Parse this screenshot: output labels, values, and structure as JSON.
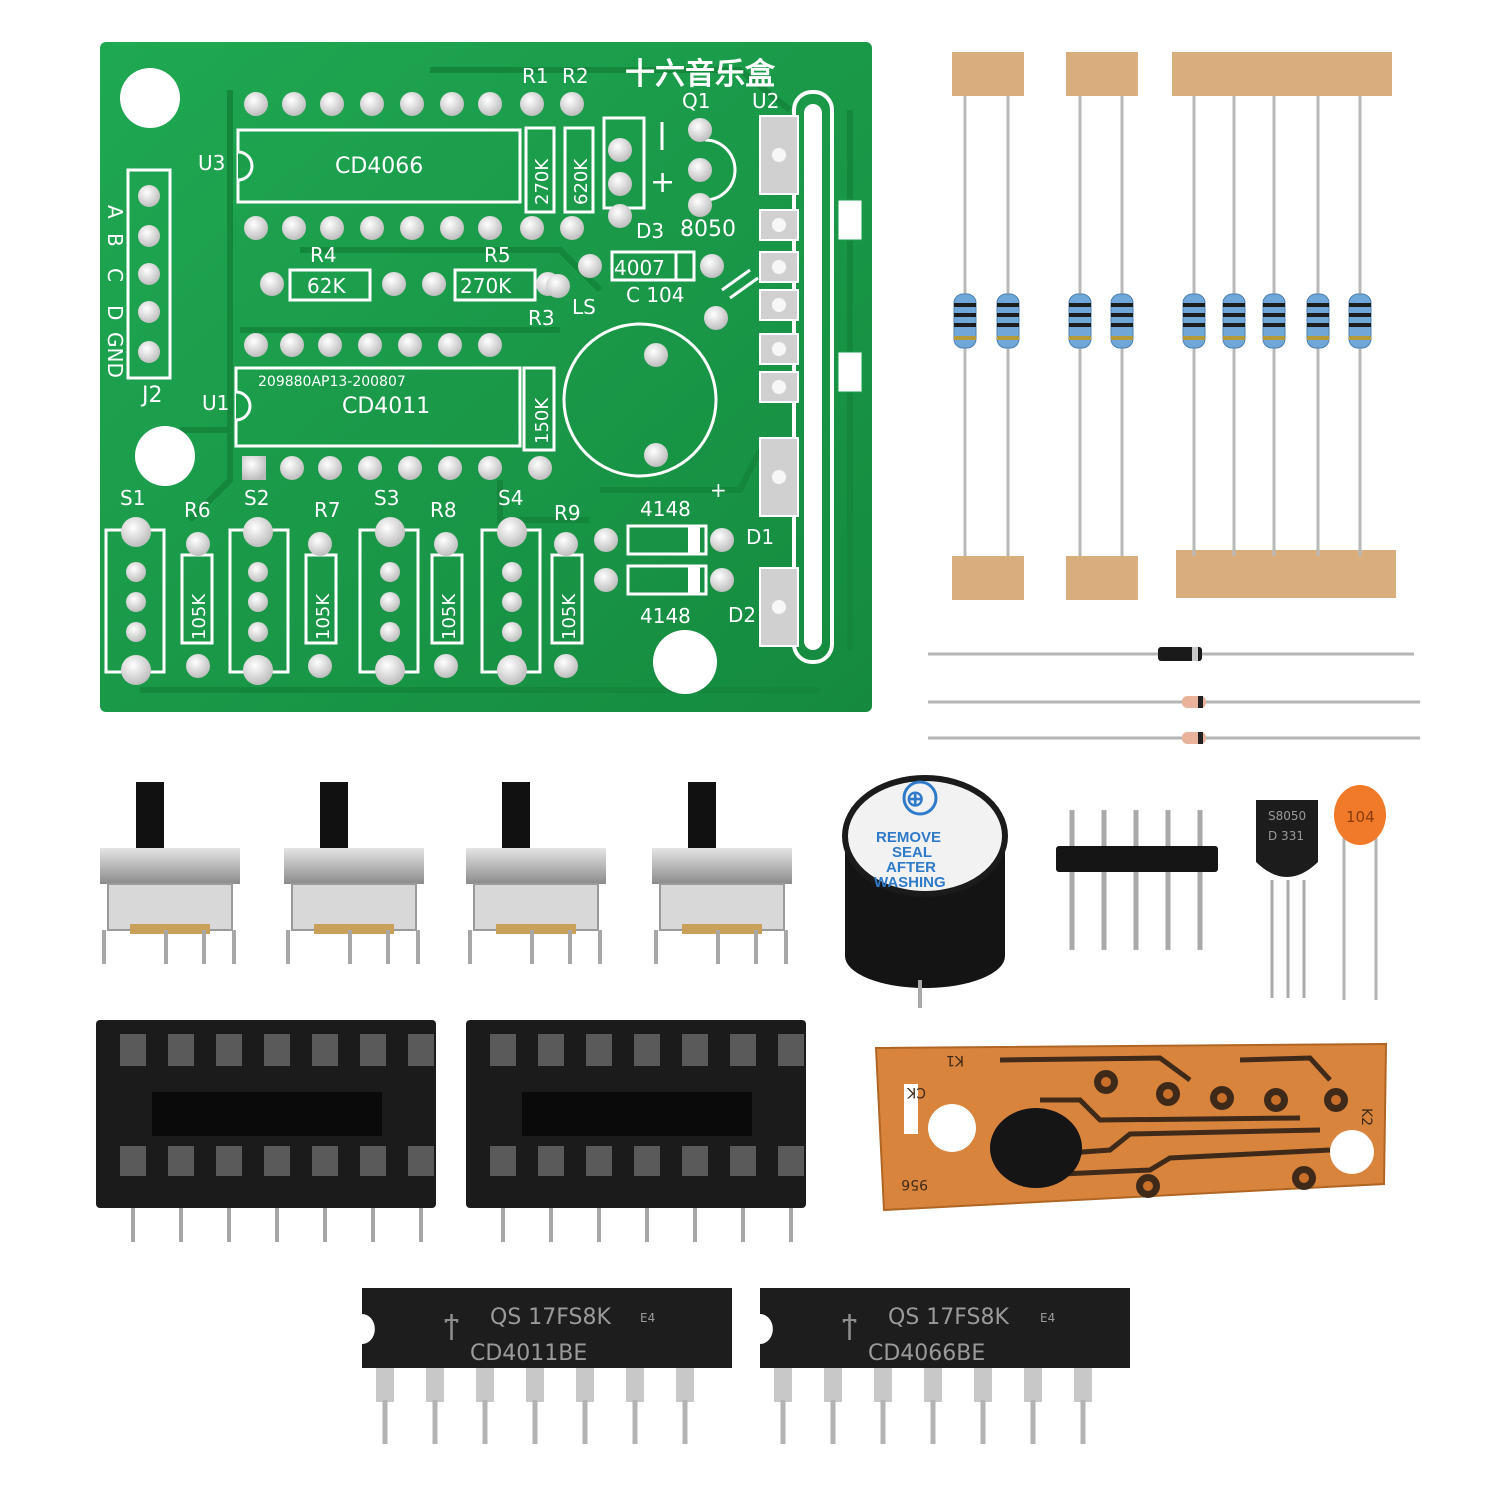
{
  "pcb": {
    "title": "十六音乐盒",
    "header_labels": [
      "A",
      "B",
      "C",
      "D",
      "GND"
    ],
    "labels": {
      "r1": "R1",
      "r2": "R2",
      "q1": "Q1",
      "u2": "U2",
      "u3": "U3",
      "cd4066": "CD4066",
      "r1_value": "270K",
      "r2_value": "620K",
      "d3": "D3",
      "q1_type": "8050",
      "r4": "R4",
      "r5": "R5",
      "r4_value": "62K",
      "r5_value": "270K",
      "d3_type": "4007",
      "cap": "C 104",
      "ls": "LS",
      "r3": "R3",
      "r3_value": "150K",
      "j2": "J2",
      "u1": "U1",
      "lot": "209880AP13-200807",
      "cd4011": "CD4011",
      "s1": "S1",
      "s2": "S2",
      "s3": "S3",
      "s4": "S4",
      "r6": "R6",
      "r7": "R7",
      "r8": "R8",
      "r9": "R9",
      "r6_value": "105K",
      "r7_value": "105K",
      "r8_value": "105K",
      "r9_value": "105K",
      "d1_type": "4148",
      "d2_type": "4148",
      "d1": "D1",
      "d2": "D2",
      "plus": "+"
    }
  },
  "buzzer": {
    "line1": "REMOVE",
    "line2": "SEAL",
    "line3": "AFTER",
    "line4": "WASHING",
    "symbol": "⊕"
  },
  "transistor": {
    "line1": "S8050",
    "line2": "D 331"
  },
  "capacitor": {
    "code": "104"
  },
  "music_module": {
    "k1": "K1",
    "k2": "K2",
    "ck": "CK",
    "code": "956"
  },
  "chips": [
    {
      "brand": "QS 17FS8K",
      "suffix": "E4",
      "part": "CD4011BE"
    },
    {
      "brand": "QS 17FS8K",
      "suffix": "E4",
      "part": "CD4066BE"
    }
  ],
  "icon_names": [
    "ti-logo-icon",
    "polarity-plus-icon"
  ],
  "colors": {
    "pcb_green": "#1a9e4a",
    "silkscreen": "#ffffff",
    "resistor_body": "#6fa8d8",
    "tape": "#d9ad7c",
    "module_board": "#d9843c"
  }
}
